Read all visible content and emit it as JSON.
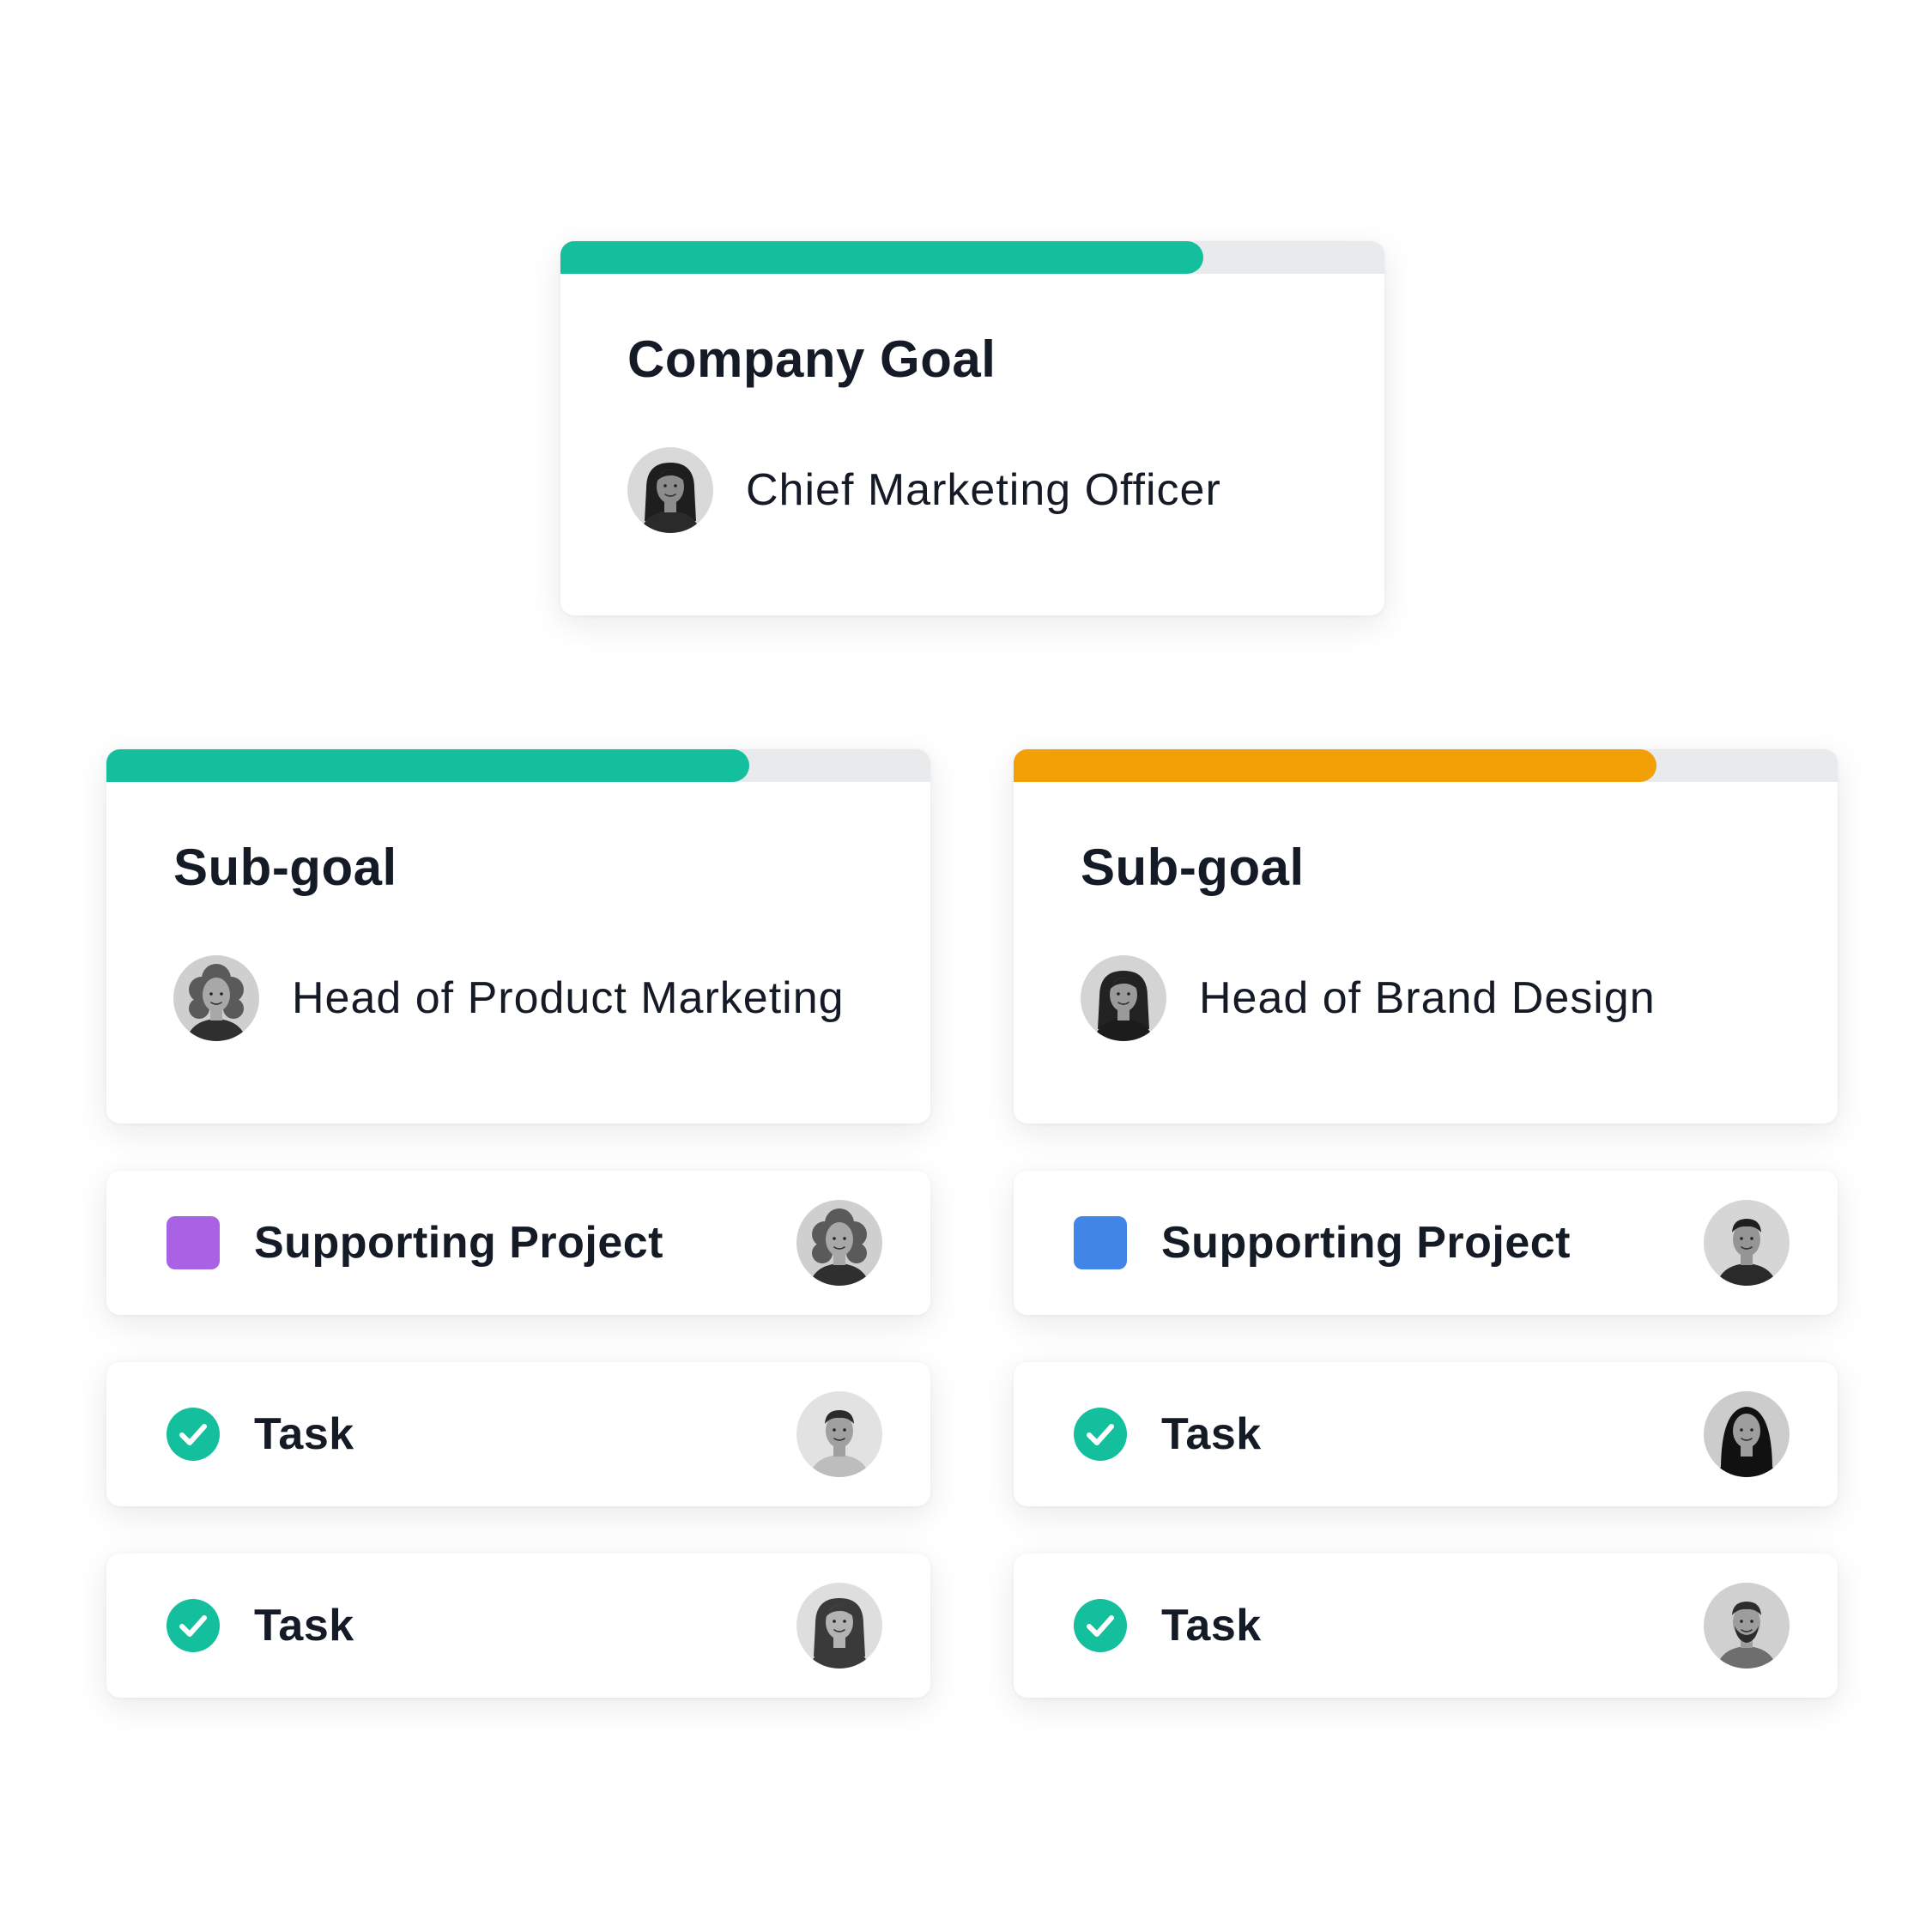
{
  "colors": {
    "green": "#13bf9c",
    "orange": "#f2a005",
    "purple": "#a962e3",
    "blue": "#4186e6",
    "track": "#e8eaec",
    "text": "#151b26"
  },
  "company_goal": {
    "title": "Company Goal",
    "owner_label": "Chief Marketing Officer",
    "owner_avatar": "avatar-woman-dark-long-hair",
    "progress": 0.78,
    "progress_color": "#13bf9c"
  },
  "sub_goals": [
    {
      "title": "Sub-goal",
      "owner_label": "Head of Product Marketing",
      "owner_avatar": "avatar-woman-curly-hair",
      "progress": 0.78,
      "progress_color": "#13bf9c",
      "project": {
        "label": "Supporting Project",
        "icon": "project-square-icon",
        "icon_color": "#a962e3",
        "avatar": "avatar-woman-curly-hair"
      },
      "tasks": [
        {
          "label": "Task",
          "icon": "check-circle-icon",
          "avatar": "avatar-man-smiling"
        },
        {
          "label": "Task",
          "icon": "check-circle-icon",
          "avatar": "avatar-woman-straight-hair"
        }
      ]
    },
    {
      "title": "Sub-goal",
      "owner_label": "Head of Brand Design",
      "owner_avatar": "avatar-woman-dark-hair",
      "progress": 0.78,
      "progress_color": "#f2a005",
      "project": {
        "label": "Supporting Project",
        "icon": "project-square-icon",
        "icon_color": "#4186e6",
        "avatar": "avatar-man-short-hair"
      },
      "tasks": [
        {
          "label": "Task",
          "icon": "check-circle-icon",
          "avatar": "avatar-woman-hijab"
        },
        {
          "label": "Task",
          "icon": "check-circle-icon",
          "avatar": "avatar-man-beard"
        }
      ]
    }
  ]
}
